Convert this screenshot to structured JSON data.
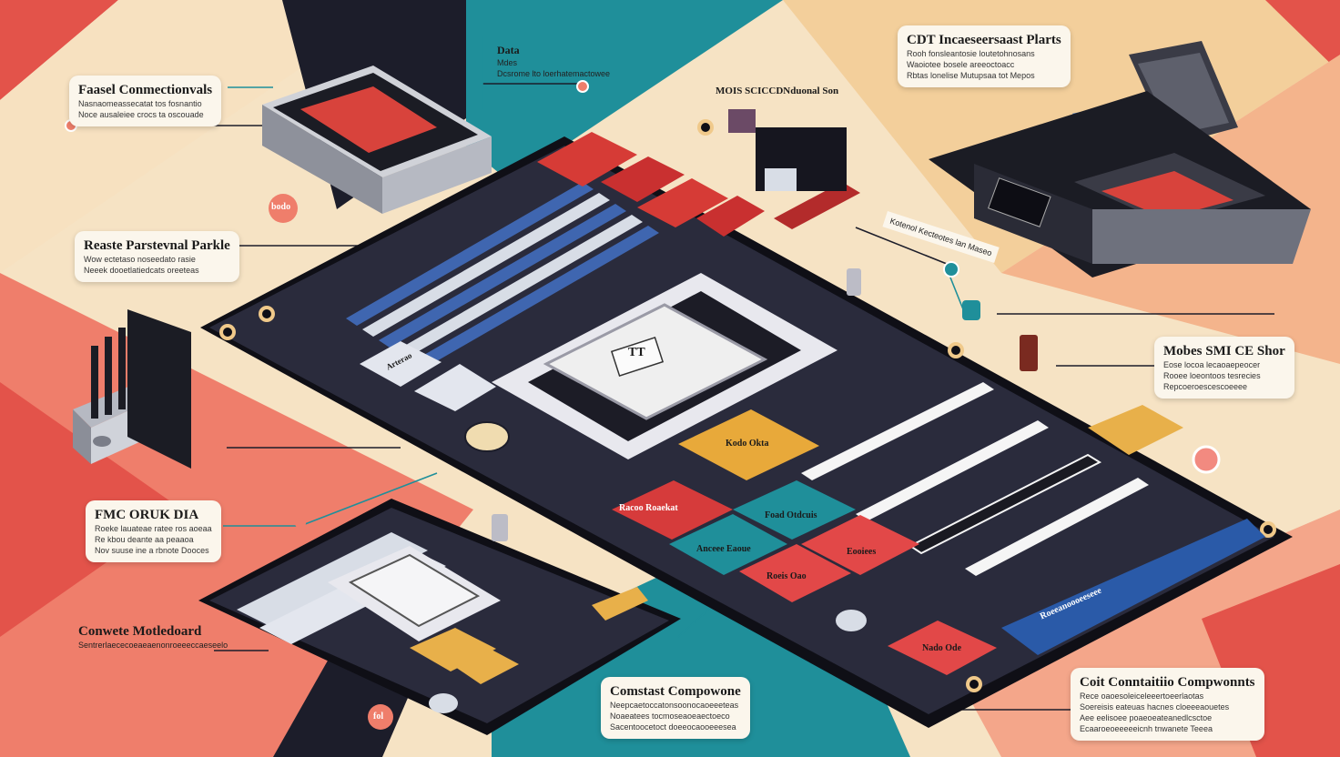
{
  "callouts": {
    "fanset": {
      "title": "Faasel Conmectionvals",
      "lines": [
        "Nasnaomeassecatat tos fosnantio",
        "Noce ausaleiee crocs ta oscouade"
      ]
    },
    "rearto": {
      "title": "Reaste Parstevnal Parkle",
      "lines": [
        "Wow ectetaso noseedato rasie",
        "Neeek dooetlatiedcats oreeteas"
      ]
    },
    "fmc": {
      "title": "FMC ORUK DIA",
      "lines": [
        "Roeke lauateae ratee ros aoeaa",
        "Re kbou deante aa peaaoa",
        "Nov suuse ine a rbnote Dooces"
      ]
    },
    "cdt": {
      "title": "CDT Incaeseersaast Plarts",
      "lines": [
        "Rooh fonsleantosie loutetohnosans",
        "Waoiotee bosele areeoctoacc",
        "Rbtas lonelise Mutupsaa tot Mepos"
      ]
    },
    "mobes": {
      "title": "Mobes SMI CE Shor",
      "lines": [
        "Eose locoa lecaoaepeocer",
        "Rooee loeontoos tesrecies",
        "Repcoeroescescoeeee"
      ]
    },
    "consilic": {
      "title": "Coit Conntaitiio Compwonnts",
      "lines": [
        "Rece oaoesoleiceleeertoeerlaotas",
        "Soereisis eateuas hacnes cloeeeaouetes",
        "Aee eelisoee poaeoeateanedlcsctoe",
        "Ecaaroeoeeeeeicnh tnwanete Teeea"
      ]
    },
    "constr": {
      "title": "Comstast Compowone",
      "lines": [
        "Neepcaetoccatonsoonocaoeeeteas",
        "Noaeatees tocmoseaoeaectoeco",
        "Sacentoocetoct doeeocaooeeesea"
      ]
    }
  },
  "plain": {
    "coreto": {
      "title": "Conwete Motledoard",
      "line": "Sentrerlaececoeaeaenonroeeeccaeseelo"
    },
    "data": {
      "title": "Data",
      "sub": "Mdes",
      "line": "Dcsrome lto loerhatemactowee"
    },
    "mois": {
      "title": "MOIS SCICCDNduonal Son"
    },
    "mid": {
      "line": "Kotenol Kecteotes lan Maseo"
    }
  },
  "dots": {
    "bodo": "bodo",
    "fol": "fol"
  },
  "chips": {
    "yellow": "Kodo Okta",
    "red1": "Racoo Roaekat",
    "teal1": "Foad Otdcuis",
    "teal2": "Anceee Eaoue",
    "red2": "Eooiees",
    "red3": "Roeis Oao",
    "red4": "Nado Ode"
  },
  "stickers": {
    "memory": "Arterao",
    "cpu": "TT"
  },
  "pcie_label": "Roeeanoooeeseee"
}
